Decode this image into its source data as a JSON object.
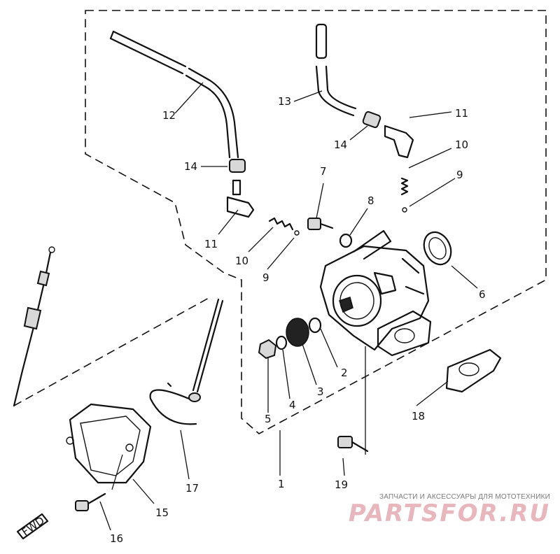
{
  "callouts": {
    "c1": "1",
    "c2": "2",
    "c3": "3",
    "c4": "4",
    "c5": "5",
    "c6": "6",
    "c7": "7",
    "c8": "8",
    "c9a": "9",
    "c9b": "9",
    "c10a": "10",
    "c10b": "10",
    "c11a": "11",
    "c11b": "11",
    "c12": "12",
    "c13": "13",
    "c14a": "14",
    "c14b": "14",
    "c15": "15",
    "c16": "16",
    "c17": "17",
    "c18": "18",
    "c19": "19"
  },
  "fwd_label": "FWD",
  "watermark": {
    "caption": "ЗАПЧАСТИ И АКСЕССУАРЫ ДЛЯ МОТОТЕХНИКИ",
    "logo": "PARTSFOR.RU"
  }
}
